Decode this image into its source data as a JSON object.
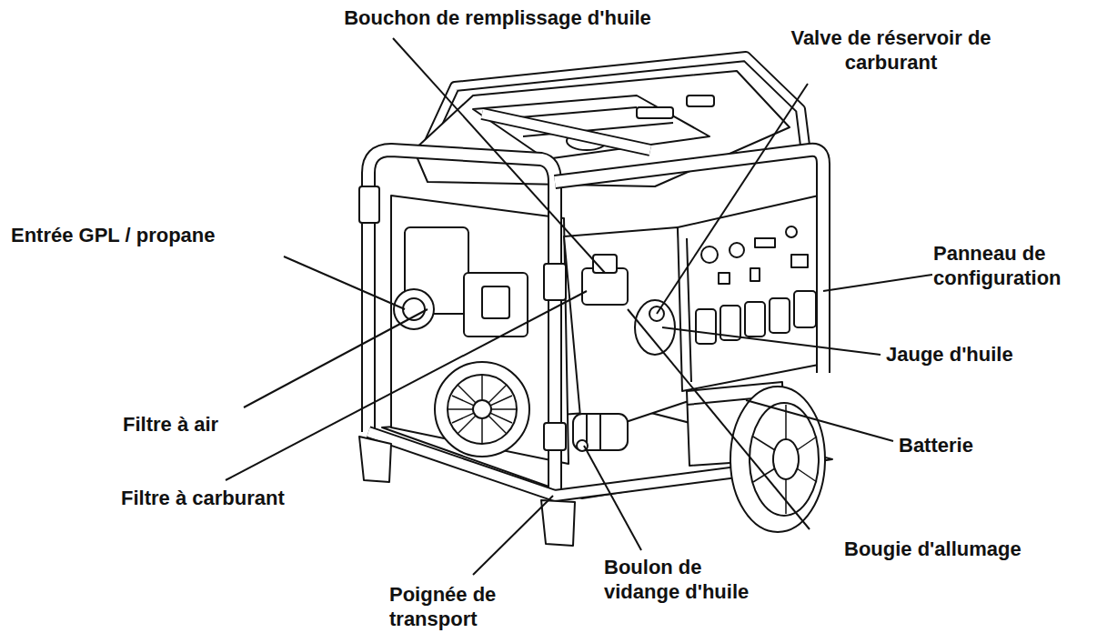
{
  "diagram": {
    "labels": [
      "Bouchon de remplissage d'huile",
      "Valve de réservoir de carburant",
      "Entrée GPL / propane",
      "Panneau de configuration",
      "Jauge d'huile",
      "Filtre à air",
      "Batterie",
      "Filtre à carburant",
      "Bougie d'allumage",
      "Boulon de vidange d'huile",
      "Poignée de transport"
    ]
  }
}
